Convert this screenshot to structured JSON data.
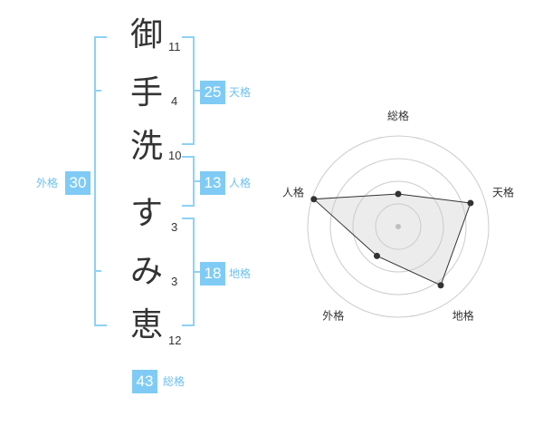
{
  "name_chars": [
    {
      "char": "御",
      "strokes": "11"
    },
    {
      "char": "手",
      "strokes": "4"
    },
    {
      "char": "洗",
      "strokes": "10"
    },
    {
      "char": "す",
      "strokes": "3"
    },
    {
      "char": "み",
      "strokes": "3"
    },
    {
      "char": "恵",
      "strokes": "12"
    }
  ],
  "kaku": {
    "tenkaku": {
      "value": "25",
      "label": "天格"
    },
    "jinkaku": {
      "value": "13",
      "label": "人格"
    },
    "chikaku": {
      "value": "18",
      "label": "地格"
    },
    "gaikaku": {
      "value": "30",
      "label": "外格"
    },
    "soukaku": {
      "value": "43",
      "label": "総格"
    }
  },
  "colors": {
    "accent": "#7fcbf5",
    "bracket": "#8fd1f5",
    "text": "#333333"
  },
  "chart_data": {
    "type": "radar",
    "axes": [
      "総格",
      "天格",
      "地格",
      "外格",
      "人格"
    ],
    "values": [
      0.36,
      0.84,
      0.8,
      0.4,
      0.98
    ],
    "rings": 4,
    "max": 1
  }
}
